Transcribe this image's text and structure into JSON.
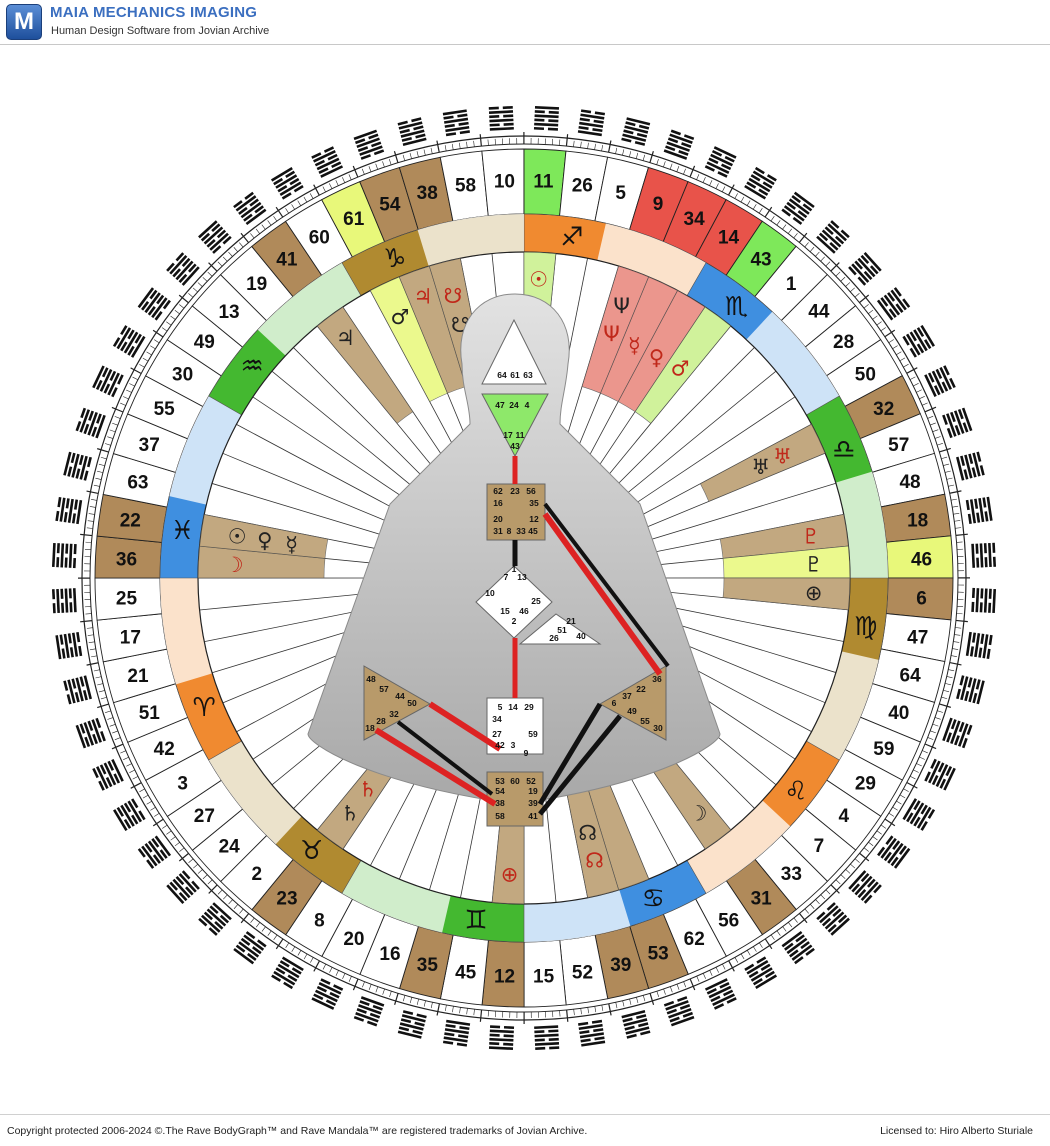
{
  "app": {
    "logo_letter": "M",
    "title": "MAIA MECHANICS IMAGING",
    "subtitle": "Human Design Software from Jovian Archive"
  },
  "footer": {
    "copyright": "Copyright protected 2006-2024 ©.The Rave BodyGraph™ and Rave Mandala™ are registered trademarks of Jovian Archive.",
    "license": "Licensed to: Hiro Alberto Sturiale"
  },
  "gate_ring": [
    {
      "gate": "11",
      "color": "#7ee85a"
    },
    {
      "gate": "26",
      "color": "#ffffff"
    },
    {
      "gate": "5",
      "color": "#ffffff"
    },
    {
      "gate": "9",
      "color": "#e8534a"
    },
    {
      "gate": "34",
      "color": "#e8534a"
    },
    {
      "gate": "14",
      "color": "#e8534a"
    },
    {
      "gate": "43",
      "color": "#7ee85a"
    },
    {
      "gate": "1",
      "color": "#ffffff"
    },
    {
      "gate": "44",
      "color": "#ffffff"
    },
    {
      "gate": "28",
      "color": "#ffffff"
    },
    {
      "gate": "50",
      "color": "#ffffff"
    },
    {
      "gate": "32",
      "color": "#b08a5a"
    },
    {
      "gate": "57",
      "color": "#ffffff"
    },
    {
      "gate": "48",
      "color": "#ffffff"
    },
    {
      "gate": "18",
      "color": "#b08a5a"
    },
    {
      "gate": "46",
      "color": "#e8f87a"
    },
    {
      "gate": "6",
      "color": "#b08a5a"
    },
    {
      "gate": "47",
      "color": "#ffffff"
    },
    {
      "gate": "64",
      "color": "#ffffff"
    },
    {
      "gate": "40",
      "color": "#ffffff"
    },
    {
      "gate": "59",
      "color": "#ffffff"
    },
    {
      "gate": "29",
      "color": "#ffffff"
    },
    {
      "gate": "4",
      "color": "#ffffff"
    },
    {
      "gate": "7",
      "color": "#ffffff"
    },
    {
      "gate": "33",
      "color": "#ffffff"
    },
    {
      "gate": "31",
      "color": "#b08a5a"
    },
    {
      "gate": "56",
      "color": "#ffffff"
    },
    {
      "gate": "62",
      "color": "#ffffff"
    },
    {
      "gate": "53",
      "color": "#b08a5a"
    },
    {
      "gate": "39",
      "color": "#b08a5a"
    },
    {
      "gate": "52",
      "color": "#ffffff"
    },
    {
      "gate": "15",
      "color": "#ffffff"
    },
    {
      "gate": "12",
      "color": "#b08a5a"
    },
    {
      "gate": "45",
      "color": "#ffffff"
    },
    {
      "gate": "35",
      "color": "#b08a5a"
    },
    {
      "gate": "16",
      "color": "#ffffff"
    },
    {
      "gate": "20",
      "color": "#ffffff"
    },
    {
      "gate": "8",
      "color": "#ffffff"
    },
    {
      "gate": "23",
      "color": "#b08a5a"
    },
    {
      "gate": "2",
      "color": "#ffffff"
    },
    {
      "gate": "24",
      "color": "#ffffff"
    },
    {
      "gate": "27",
      "color": "#ffffff"
    },
    {
      "gate": "3",
      "color": "#ffffff"
    },
    {
      "gate": "42",
      "color": "#ffffff"
    },
    {
      "gate": "51",
      "color": "#ffffff"
    },
    {
      "gate": "21",
      "color": "#ffffff"
    },
    {
      "gate": "17",
      "color": "#ffffff"
    },
    {
      "gate": "25",
      "color": "#ffffff"
    },
    {
      "gate": "36",
      "color": "#b08a5a"
    },
    {
      "gate": "22",
      "color": "#b08a5a"
    },
    {
      "gate": "63",
      "color": "#ffffff"
    },
    {
      "gate": "37",
      "color": "#ffffff"
    },
    {
      "gate": "55",
      "color": "#ffffff"
    },
    {
      "gate": "30",
      "color": "#ffffff"
    },
    {
      "gate": "49",
      "color": "#ffffff"
    },
    {
      "gate": "13",
      "color": "#ffffff"
    },
    {
      "gate": "19",
      "color": "#ffffff"
    },
    {
      "gate": "41",
      "color": "#b08a5a"
    },
    {
      "gate": "60",
      "color": "#ffffff"
    },
    {
      "gate": "61",
      "color": "#e8f87a"
    },
    {
      "gate": "54",
      "color": "#b08a5a"
    },
    {
      "gate": "38",
      "color": "#b08a5a"
    },
    {
      "gate": "58",
      "color": "#ffffff"
    },
    {
      "gate": "10",
      "color": "#ffffff"
    }
  ],
  "zodiac": [
    {
      "glyph": "♐",
      "color": "#f08a30"
    },
    {
      "glyph": "♏",
      "color": "#3f8fe0"
    },
    {
      "glyph": "♎",
      "color": "#44b830"
    },
    {
      "glyph": "♍",
      "color": "#b08a30"
    },
    {
      "glyph": "♌",
      "color": "#f08a30"
    },
    {
      "glyph": "♋",
      "color": "#3f8fe0"
    },
    {
      "glyph": "♊",
      "color": "#44b830"
    },
    {
      "glyph": "♉",
      "color": "#b08a30"
    },
    {
      "glyph": "♈",
      "color": "#f08a30"
    },
    {
      "glyph": "♓",
      "color": "#3f8fe0"
    },
    {
      "glyph": "♒",
      "color": "#44b830"
    },
    {
      "glyph": "♑",
      "color": "#b08a30"
    }
  ],
  "planets": [
    {
      "glyph": "☉",
      "color": "#c0281a"
    },
    {
      "glyph": "Ψ",
      "color": "#222222"
    },
    {
      "glyph": "Ψ",
      "color": "#c0281a"
    },
    {
      "glyph": "☿",
      "color": "#c0281a"
    },
    {
      "glyph": "♀",
      "color": "#c0281a"
    },
    {
      "glyph": "♂",
      "color": "#c0281a"
    },
    {
      "glyph": "♅",
      "color": "#c0281a"
    },
    {
      "glyph": "♅",
      "color": "#222222"
    },
    {
      "glyph": "♇",
      "color": "#c0281a"
    },
    {
      "glyph": "♇",
      "color": "#222222"
    },
    {
      "glyph": "⊕",
      "color": "#222222"
    },
    {
      "glyph": "☽",
      "color": "#222222"
    },
    {
      "glyph": "☊",
      "color": "#c0281a"
    },
    {
      "glyph": "☊",
      "color": "#222222"
    },
    {
      "glyph": "⊕",
      "color": "#c0281a"
    },
    {
      "glyph": "♄",
      "color": "#c0281a"
    },
    {
      "glyph": "♄",
      "color": "#222222"
    },
    {
      "glyph": "☽",
      "color": "#c0281a"
    },
    {
      "glyph": "☉",
      "color": "#222222"
    },
    {
      "glyph": "♀",
      "color": "#222222"
    },
    {
      "glyph": "☿",
      "color": "#222222"
    },
    {
      "glyph": "♃",
      "color": "#222222"
    },
    {
      "glyph": "♂",
      "color": "#222222"
    },
    {
      "glyph": "☋",
      "color": "#c0281a"
    },
    {
      "glyph": "☋",
      "color": "#222222"
    },
    {
      "glyph": "♃",
      "color": "#c0281a"
    }
  ],
  "bodygraph": {
    "head_gates": [
      "64",
      "61",
      "63"
    ],
    "ajna_gates": [
      "47",
      "24",
      "4",
      "17",
      "11",
      "43"
    ],
    "throat_gates": [
      "62",
      "23",
      "56",
      "16",
      "35",
      "20",
      "12",
      "31",
      "8",
      "33",
      "45"
    ],
    "g_gates": [
      "1",
      "7",
      "13",
      "10",
      "25",
      "15",
      "46",
      "2"
    ],
    "ego_gates": [
      "21",
      "51",
      "26",
      "40"
    ],
    "spleen_gates": [
      "48",
      "57",
      "44",
      "50",
      "32",
      "28",
      "18"
    ],
    "sacral_gates": [
      "5",
      "14",
      "29",
      "34",
      "27",
      "42",
      "3",
      "9",
      "59"
    ],
    "solar_gates": [
      "36",
      "22",
      "37",
      "6",
      "49",
      "55",
      "30"
    ],
    "root_gates": [
      "53",
      "60",
      "52",
      "54",
      "19",
      "38",
      "39",
      "58",
      "41"
    ]
  }
}
